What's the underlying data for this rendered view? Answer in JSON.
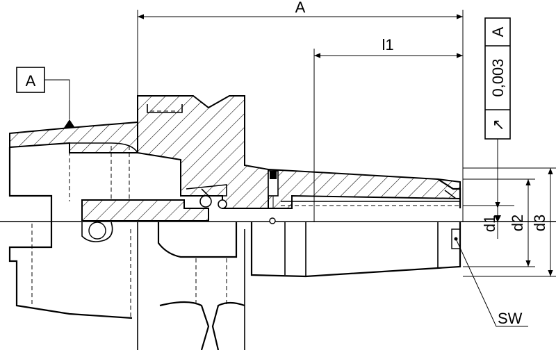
{
  "labels": {
    "dim_overall": "A",
    "dim_l1": "l1",
    "datum": "A",
    "tolerance_value": "0,003",
    "tolerance_datum": "A",
    "tolerance_symbol": "↗",
    "d1": "d1",
    "d2": "d2",
    "d3": "d3",
    "sw": "SW"
  }
}
